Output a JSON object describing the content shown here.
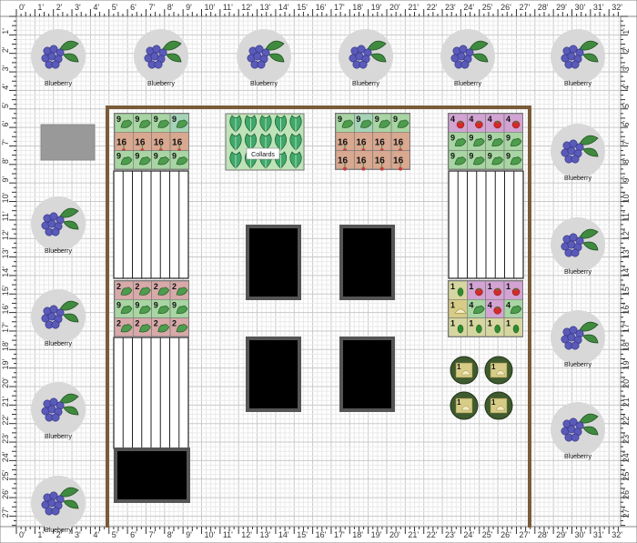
{
  "rulers": {
    "top_labels": [
      "0'",
      "1'",
      "2'",
      "3'",
      "4'",
      "5'",
      "6'",
      "7'",
      "8'",
      "9'",
      "10'",
      "11'",
      "12'",
      "13'",
      "14'",
      "15'",
      "16'",
      "17'",
      "18'",
      "19'",
      "20'",
      "21'",
      "22'",
      "23'",
      "24'",
      "25'",
      "26'",
      "27'",
      "28'",
      "29'",
      "30'",
      "31'",
      "32'"
    ],
    "side_labels": [
      "1'",
      "2'",
      "3'",
      "4'",
      "5'",
      "6'",
      "7'",
      "8'",
      "9'",
      "10'",
      "11'",
      "12'",
      "13'",
      "14'",
      "15'",
      "16'",
      "17'",
      "18'",
      "19'",
      "20'",
      "21'",
      "22'",
      "23'",
      "24'",
      "25'",
      "26'",
      "27'"
    ]
  },
  "colors": {
    "grid_minor": "#e9e9e9",
    "grid_major": "#c9c9c9",
    "fence": "#7a5c3a",
    "blueberry_fruit": "#5a5ab8",
    "leaf": "#3f8a3f",
    "bed_fill": "#000000",
    "bed_border": "#555555",
    "paving": "#999999",
    "tomato": "#d42a2a",
    "onion_tile": "#d6cc88"
  },
  "plants": {
    "blueberry_label": "Blueberry",
    "collards_label": "Collards"
  },
  "square_counts": {
    "nine": "9",
    "sixteen": "16",
    "four": "4",
    "two": "2",
    "one": "1"
  }
}
